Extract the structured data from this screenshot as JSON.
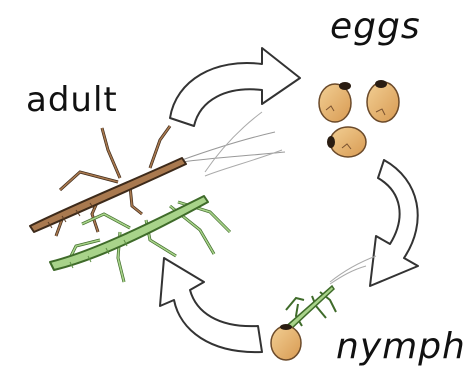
{
  "labels": {
    "adult": "adult",
    "eggs": "eggs",
    "nymph": "nymph"
  },
  "colors": {
    "adult_body": "#a9794f",
    "adult_outline": "#3d2a1a",
    "green_insect": "#a8d38a",
    "green_outline": "#3f6b2a",
    "egg_fill": "#e3b06f",
    "egg_cap": "#2a1d12",
    "arrow_fill": "#ffffff",
    "arrow_stroke": "#333333"
  },
  "stages": [
    "adult",
    "eggs",
    "nymph"
  ]
}
